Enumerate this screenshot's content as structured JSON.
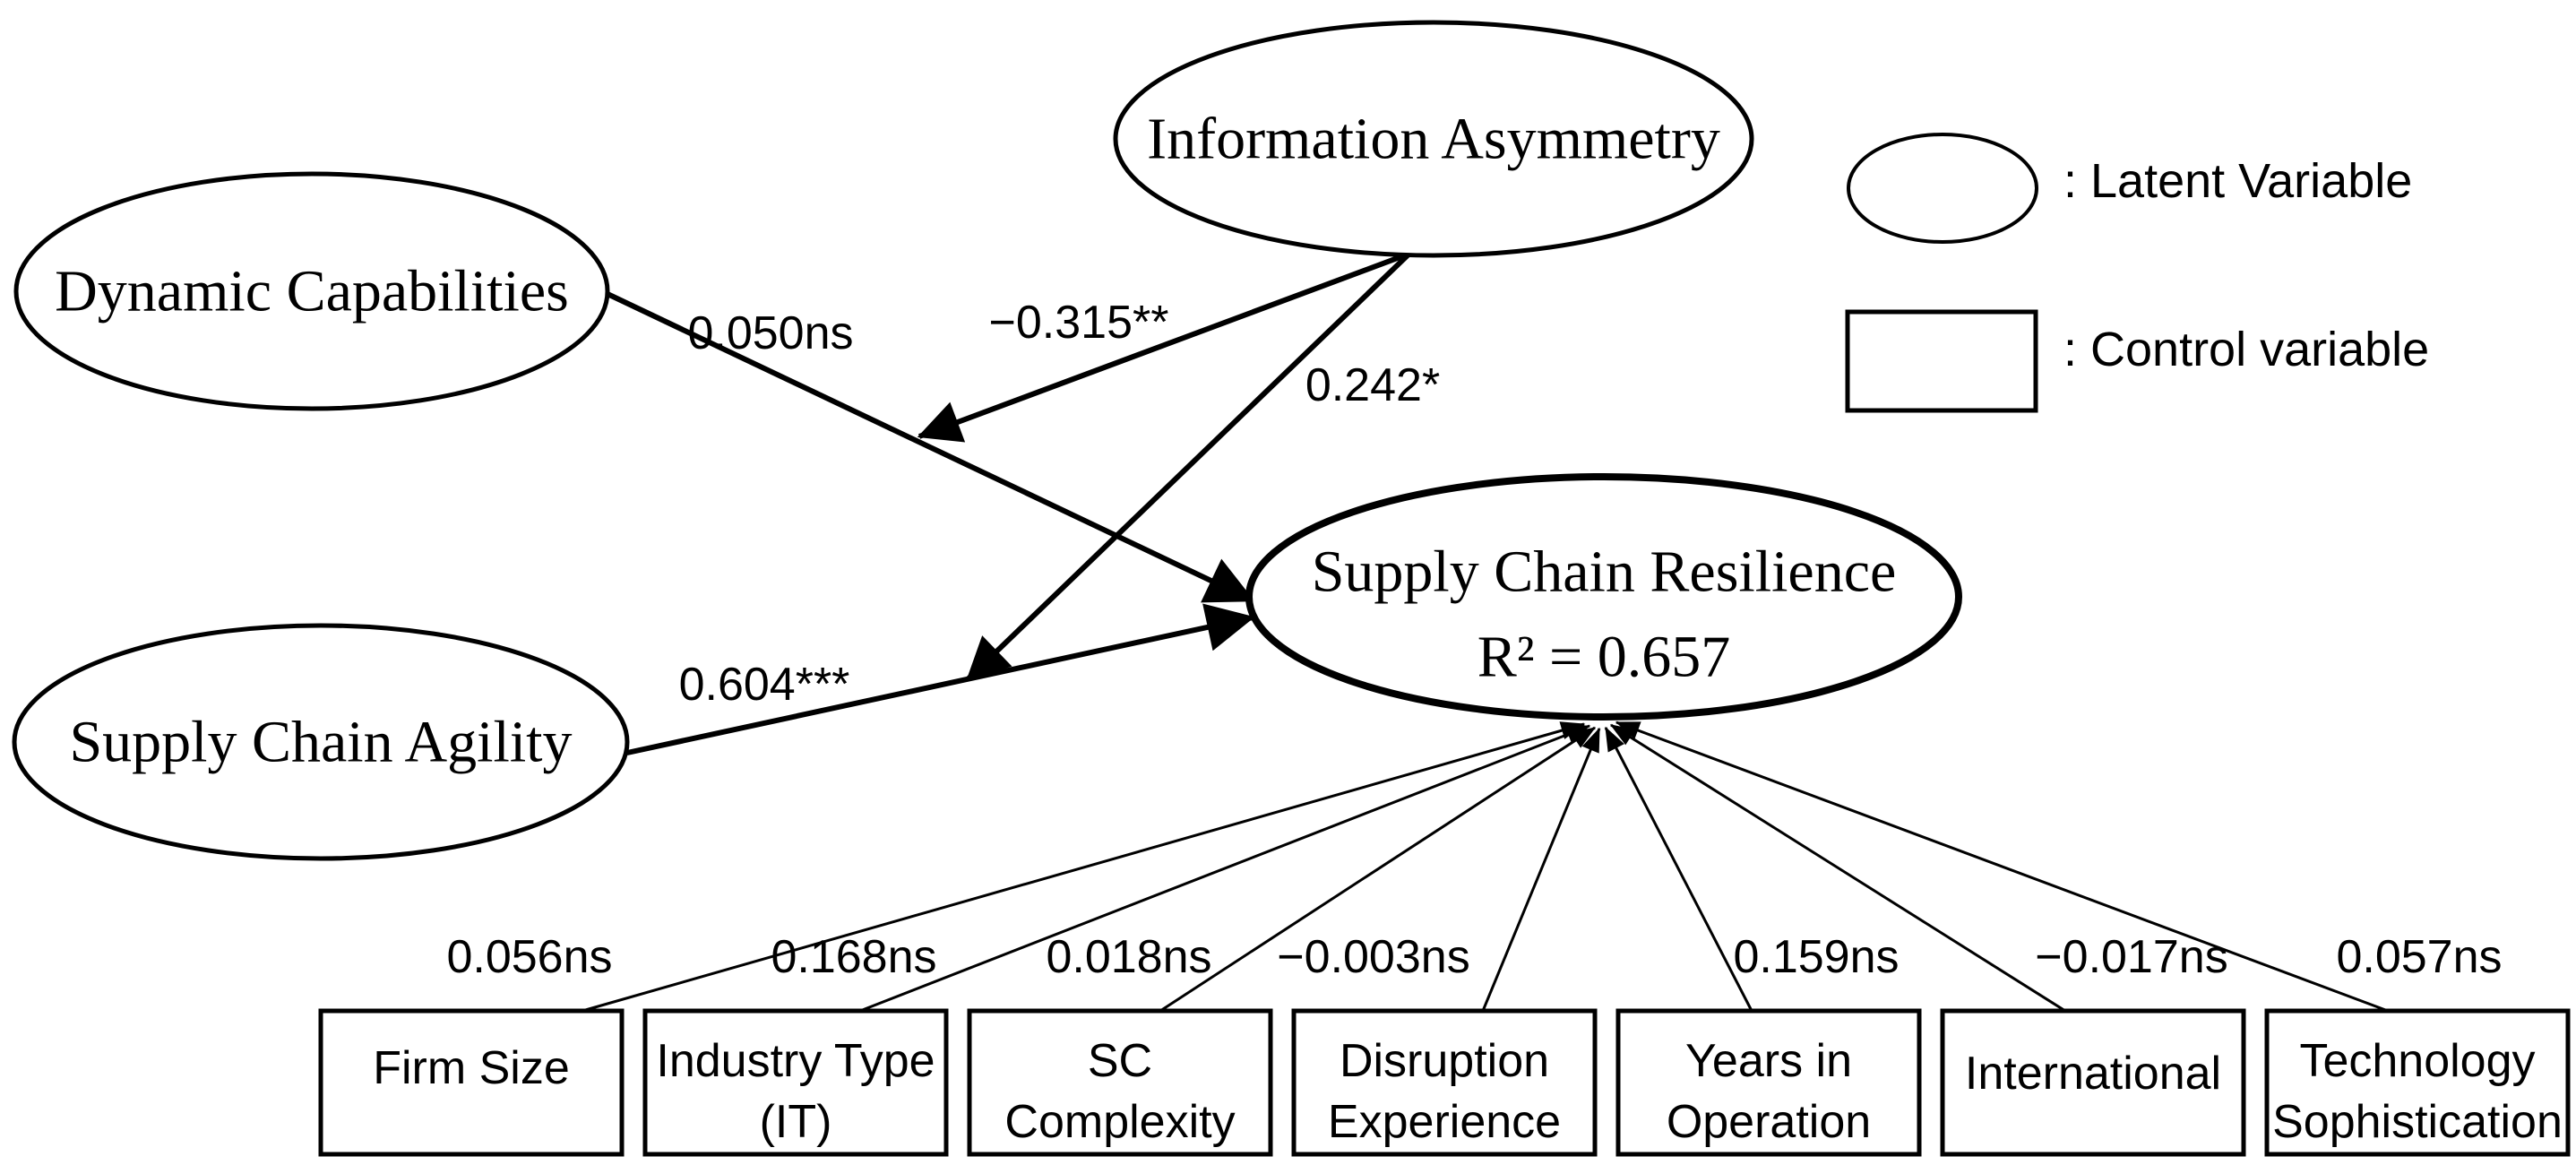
{
  "diagram": {
    "title": "Structural model of Supply Chain Resilience",
    "colors": {
      "stroke": "#000000",
      "background": "#ffffff"
    },
    "latent_nodes": [
      {
        "id": "information-asymmetry",
        "label": "Information Asymmetry"
      },
      {
        "id": "dynamic-capabilities",
        "label": "Dynamic Capabilities"
      },
      {
        "id": "supply-chain-agility",
        "label": "Supply Chain Agility"
      },
      {
        "id": "supply-chain-resilience",
        "label": "Supply Chain Resilience",
        "r_squared": "R² = 0.657"
      }
    ],
    "paths": [
      {
        "from": "Dynamic Capabilities",
        "to": "Supply Chain Resilience",
        "coefficient": "0.050ns"
      },
      {
        "from": "Information Asymmetry",
        "to": "Dynamic Capabilities → Supply Chain Resilience path",
        "coefficient": "−0.315**"
      },
      {
        "from": "Information Asymmetry",
        "to": "Supply Chain Agility → Supply Chain Resilience path",
        "coefficient": "0.242*"
      },
      {
        "from": "Supply Chain Agility",
        "to": "Supply Chain Resilience",
        "coefficient": "0.604***"
      }
    ],
    "control_variables": [
      {
        "line1": "Firm Size",
        "line2": "",
        "coefficient": "0.056ns"
      },
      {
        "line1": "Industry Type",
        "line2": "(IT)",
        "coefficient": "0.168ns"
      },
      {
        "line1": "SC",
        "line2": "Complexity",
        "coefficient": "0.018ns"
      },
      {
        "line1": "Disruption",
        "line2": "Experience",
        "coefficient": "−0.003ns"
      },
      {
        "line1": "Years in",
        "line2": "Operation",
        "coefficient": "0.159ns"
      },
      {
        "line1": "International",
        "line2": "",
        "coefficient": "−0.017ns"
      },
      {
        "line1": "Technology",
        "line2": "Sophistication",
        "coefficient": "0.057ns"
      }
    ],
    "legend": {
      "latent_label": ": Latent Variable",
      "control_label": ": Control variable"
    }
  }
}
